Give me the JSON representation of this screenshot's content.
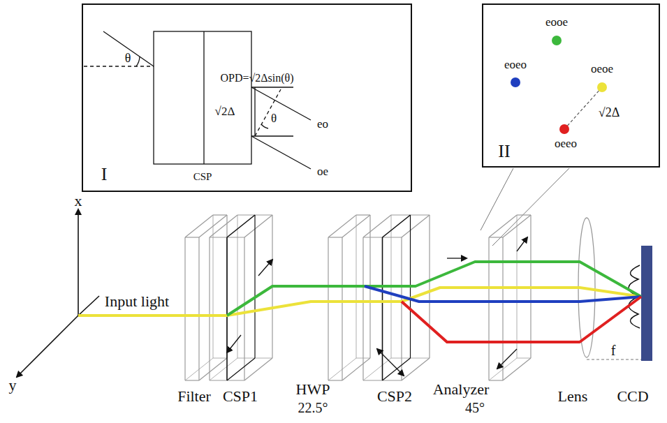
{
  "diagram": {
    "nodes": [
      {
        "text": [
          "I"
        ]
      },
      {
        "text": [
          "II"
        ]
      }
    ],
    "labels": [
      "θ",
      "OPD=√2Δsin(θ)",
      "√2Δ",
      "θ",
      "eo",
      "oe",
      "CSP",
      "eooe",
      "eoeo",
      "oeoe",
      "√2Δ",
      "oeeo",
      "x",
      "y",
      "Input light",
      "Filter",
      "CSP1",
      "HWP",
      "22.5°",
      "CSP2",
      "Analyzer",
      "45°",
      "Lens",
      "CCD",
      "f"
    ]
  }
}
